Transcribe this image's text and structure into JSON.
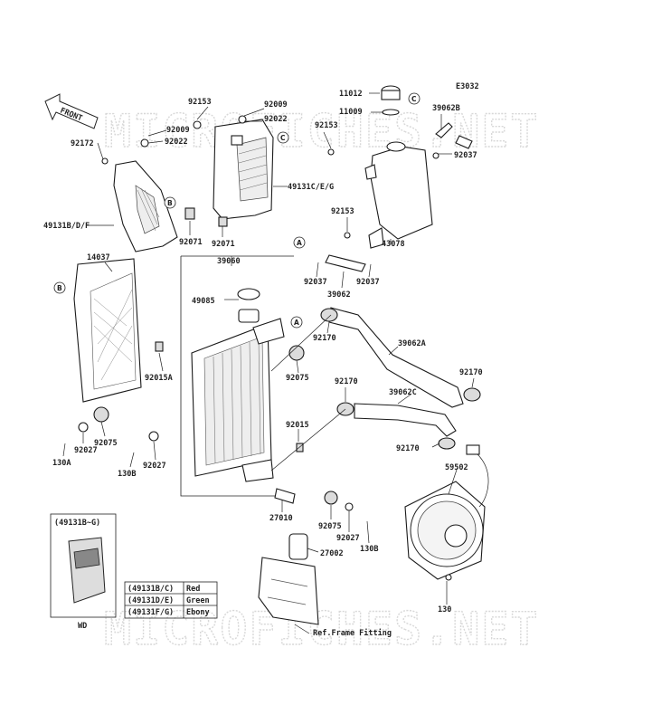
{
  "diagram": {
    "code": "E3032",
    "front_label": "FRONT",
    "watermark": "MICROFICHES.NET",
    "parts": [
      {
        "key": "p11012",
        "text": "11012"
      },
      {
        "key": "p11009",
        "text": "11009"
      },
      {
        "key": "p39062B",
        "text": "39062B"
      },
      {
        "key": "p92153a",
        "text": "92153"
      },
      {
        "key": "p92009a",
        "text": "92009"
      },
      {
        "key": "p92022a",
        "text": "92022"
      },
      {
        "key": "p92009b",
        "text": "92009"
      },
      {
        "key": "p92022b",
        "text": "92022"
      },
      {
        "key": "p92172",
        "text": "92172"
      },
      {
        "key": "p92153b",
        "text": "92153"
      },
      {
        "key": "p92037a",
        "text": "92037"
      },
      {
        "key": "p49131CEG",
        "text": "49131C/E/G"
      },
      {
        "key": "p92153c",
        "text": "92153"
      },
      {
        "key": "p43078",
        "text": "43078"
      },
      {
        "key": "p49131BDF",
        "text": "49131B/D/F"
      },
      {
        "key": "p92071a",
        "text": "92071"
      },
      {
        "key": "p92071b",
        "text": "92071"
      },
      {
        "key": "p14037",
        "text": "14037"
      },
      {
        "key": "p39060",
        "text": "39060"
      },
      {
        "key": "p92037b",
        "text": "92037"
      },
      {
        "key": "p39062",
        "text": "39062"
      },
      {
        "key": "p92037c",
        "text": "92037"
      },
      {
        "key": "p49085",
        "text": "49085"
      },
      {
        "key": "p92170a",
        "text": "92170"
      },
      {
        "key": "p39062A",
        "text": "39062A"
      },
      {
        "key": "p92015A",
        "text": "92015A"
      },
      {
        "key": "p92075a",
        "text": "92075"
      },
      {
        "key": "p92170b",
        "text": "92170"
      },
      {
        "key": "p39062C",
        "text": "39062C"
      },
      {
        "key": "p92170c",
        "text": "92170"
      },
      {
        "key": "p92015",
        "text": "92015"
      },
      {
        "key": "p92170d",
        "text": "92170"
      },
      {
        "key": "p92075b",
        "text": "92075"
      },
      {
        "key": "p92027a",
        "text": "92027"
      },
      {
        "key": "p130A",
        "text": "130A"
      },
      {
        "key": "p130B",
        "text": "130B"
      },
      {
        "key": "p92027b",
        "text": "92027"
      },
      {
        "key": "p59502",
        "text": "59502"
      },
      {
        "key": "p27010",
        "text": "27010"
      },
      {
        "key": "p92075c",
        "text": "92075"
      },
      {
        "key": "p92027c",
        "text": "92027"
      },
      {
        "key": "p130Bb",
        "text": "130B"
      },
      {
        "key": "p27002",
        "text": "27002"
      },
      {
        "key": "p130",
        "text": "130"
      },
      {
        "key": "pRef",
        "text": "Ref.Frame Fitting"
      }
    ],
    "ref_markers": {
      "A": "A",
      "B": "B",
      "C": "C"
    },
    "variant_box": {
      "title": "(49131B~G)",
      "caption": "WD"
    },
    "color_table": [
      {
        "code": "(49131B/C)",
        "color": "Red"
      },
      {
        "code": "(49131D/E)",
        "color": "Green"
      },
      {
        "code": "(49131F/G)",
        "color": "Ebony"
      }
    ]
  }
}
